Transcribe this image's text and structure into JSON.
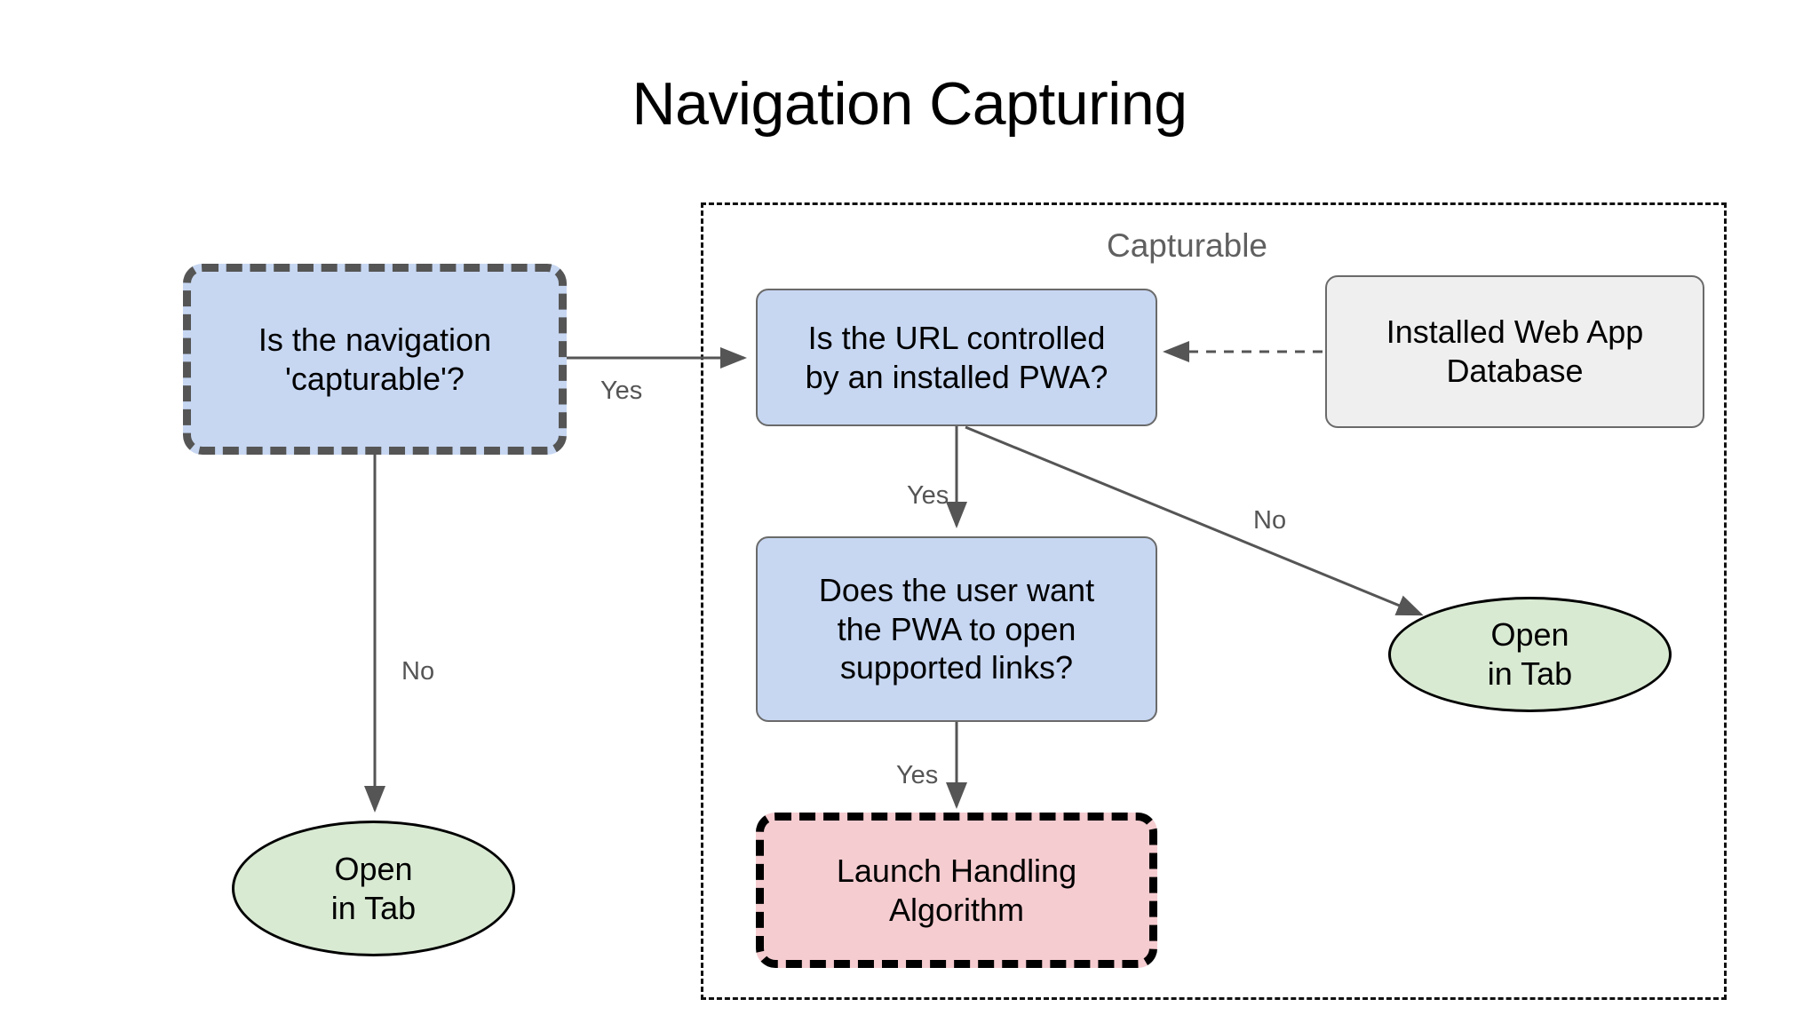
{
  "title": "Navigation Capturing",
  "group": {
    "label": "Capturable"
  },
  "nodes": {
    "is_capturable": "Is the navigation\n'capturable'?",
    "url_controlled": "Is the URL controlled\nby an installed PWA?",
    "webapp_db": "Installed Web App\nDatabase",
    "user_want": "Does the user want\nthe PWA to open\nsupported links?",
    "launch_handling": "Launch Handling\nAlgorithm",
    "open_tab_left": "Open\nin Tab",
    "open_tab_right": "Open\nin Tab"
  },
  "edge_labels": {
    "yes_1": "Yes",
    "no_1": "No",
    "yes_2": "Yes",
    "no_2": "No",
    "yes_3": "Yes"
  },
  "colors": {
    "decision_fill": "#c7d7f2",
    "database_fill": "#efefef",
    "terminal_fill": "#d9ead3",
    "algorithm_fill": "#f5ccd0",
    "edge_stroke": "#555555",
    "group_border": "#111111",
    "label_text": "#555555",
    "group_label_text": "#606060"
  }
}
